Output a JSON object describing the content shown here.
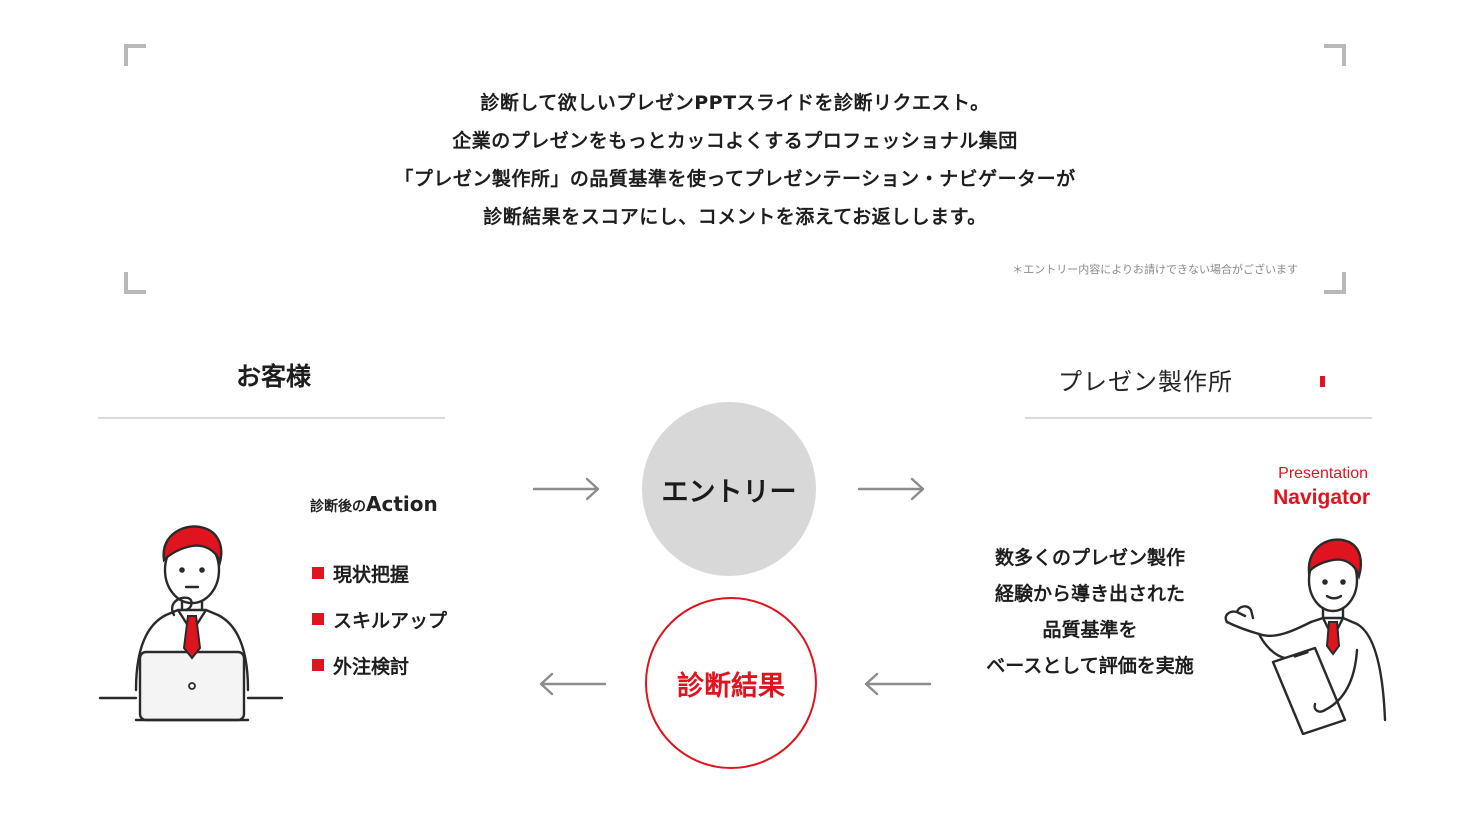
{
  "intro": {
    "lines": [
      "診断して欲しいプレゼンPPTスライドを診断リクエスト。",
      "企業のプレゼンをもっとカッコよくするプロフェッショナル集団",
      "「プレゼン製作所」の品質基準を使ってプレゼンテーション・ナビゲーターが",
      "診断結果をスコアにし、コメントを添えてお返しします。"
    ],
    "note": "＊エントリー内容によりお請けできない場合がございます"
  },
  "customer": {
    "title": "お客様",
    "action_prefix": "診断後の",
    "action_word": "Action",
    "actions": [
      "現状把握",
      "スキルアップ",
      "外注検討"
    ]
  },
  "company": {
    "logo_text": "プレゼン製作所",
    "role_line1": "Presentation",
    "role_line2": "Navigator",
    "description": [
      "数多くのプレゼン製作",
      "経験から導き出された",
      "品質基準を",
      "ベースとして評価を実施"
    ]
  },
  "flow": {
    "entry_label": "エントリー",
    "result_label": "診断結果"
  },
  "colors": {
    "accent": "#e0141e",
    "gray_circle": "#d8d8d8",
    "arrow": "#8c8c8c"
  }
}
